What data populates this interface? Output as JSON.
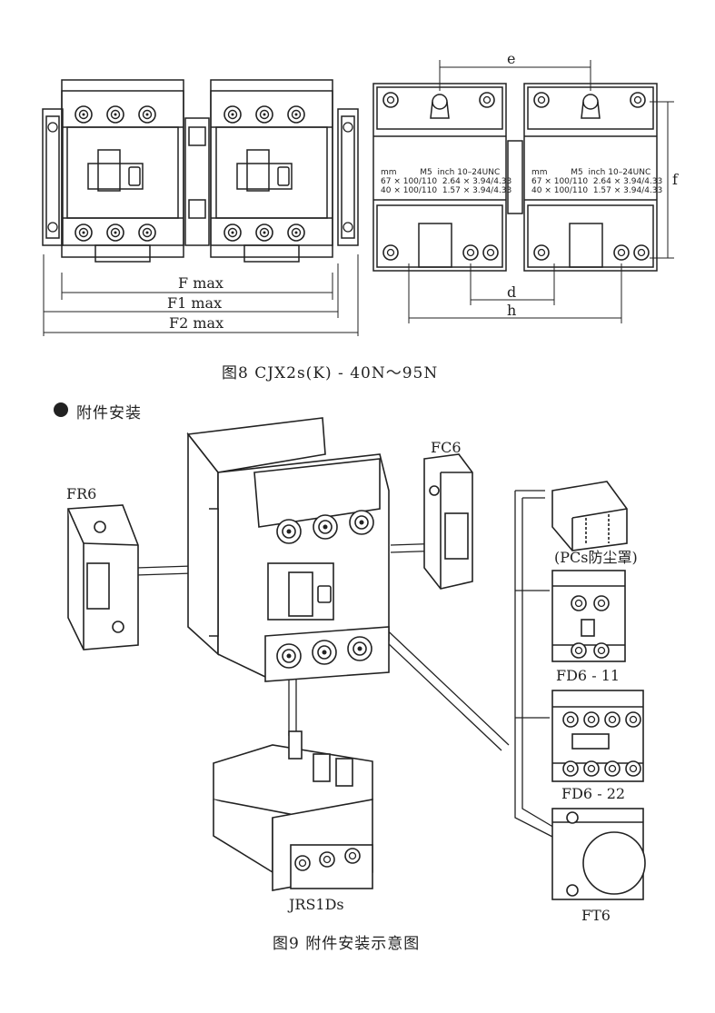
{
  "figure8": {
    "caption": "图8 CJX2s(K) - 40N～95N",
    "dims": {
      "e": "e",
      "f": "f",
      "d": "d",
      "h": "h",
      "F": "F max",
      "F1": "F1 max",
      "F2": "F2 max"
    },
    "table_left": {
      "head": [
        "mm",
        "M5",
        "inch 10–24UNC"
      ],
      "rows": [
        [
          "67 × 100/110",
          "2.64 × 3.94/4.33"
        ],
        [
          "40 × 100/110",
          "1.57 × 3.94/4.33"
        ]
      ]
    },
    "table_right": {
      "head": [
        "mm",
        "M5",
        "inch 10–24UNC"
      ],
      "rows": [
        [
          "67 × 100/110",
          "2.64 × 3.94/4.33"
        ],
        [
          "40 × 100/110",
          "1.57 × 3.94/4.33"
        ]
      ]
    }
  },
  "section": {
    "title": "附件安装"
  },
  "figure9": {
    "caption": "图9 附件安装示意图",
    "labels": {
      "fr6": "FR6",
      "fc6": "FC6",
      "pcs": "(PCs防尘罩)",
      "fd611": "FD6 - 11",
      "fd622": "FD6 - 22",
      "jrs": "JRS1Ds",
      "ft6": "FT6"
    }
  }
}
